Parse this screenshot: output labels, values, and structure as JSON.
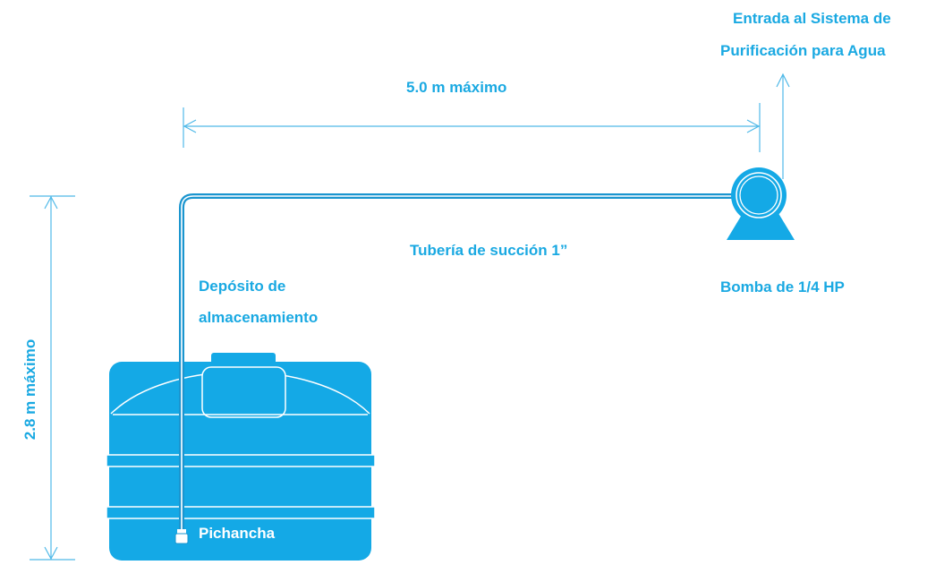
{
  "colors": {
    "accent": "#1aa9e2",
    "tank_fill": "#14a9e6",
    "tank_detail": "#ffffff",
    "pipe": "#1a95cf",
    "dimension_line": "#4fb9e8"
  },
  "labels": {
    "entrada_line1": "Entrada al Sistema de",
    "entrada_line2": "Purificación para  Agua",
    "horizontal_dimension": "5.0 m máximo",
    "vertical_dimension": "2.8 m máximo",
    "pipe": "Tubería de succión 1”",
    "pump": "Bomba de 1/4 HP",
    "tank_line1": "Depósito de",
    "tank_line2": "almacenamiento",
    "strainer": "Pichancha"
  },
  "icons": {
    "pump": "pump-icon",
    "tank": "storage-tank-icon",
    "strainer": "foot-valve-icon"
  }
}
